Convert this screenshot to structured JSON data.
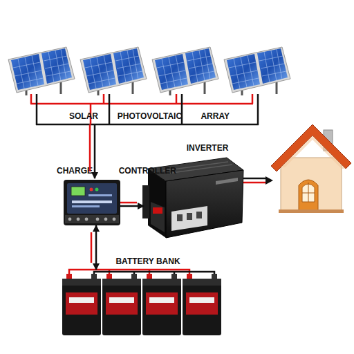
{
  "diagram": {
    "nodes": [
      {
        "text": [
          "SOLAR PHOTOVOLTAIC ARRAY"
        ]
      },
      {
        "text": [
          "CHARGE CONTROLLER"
        ]
      },
      {
        "text": [
          "INVERTER"
        ]
      },
      {
        "text": [
          "BATTERY BANK"
        ]
      }
    ],
    "edges": [
      {
        "from": 0,
        "to": 1,
        "arrow": "to"
      },
      {
        "from": 1,
        "to": 2,
        "arrow": "to"
      },
      {
        "from": 1,
        "to": 3,
        "arrow": "both"
      }
    ]
  }
}
